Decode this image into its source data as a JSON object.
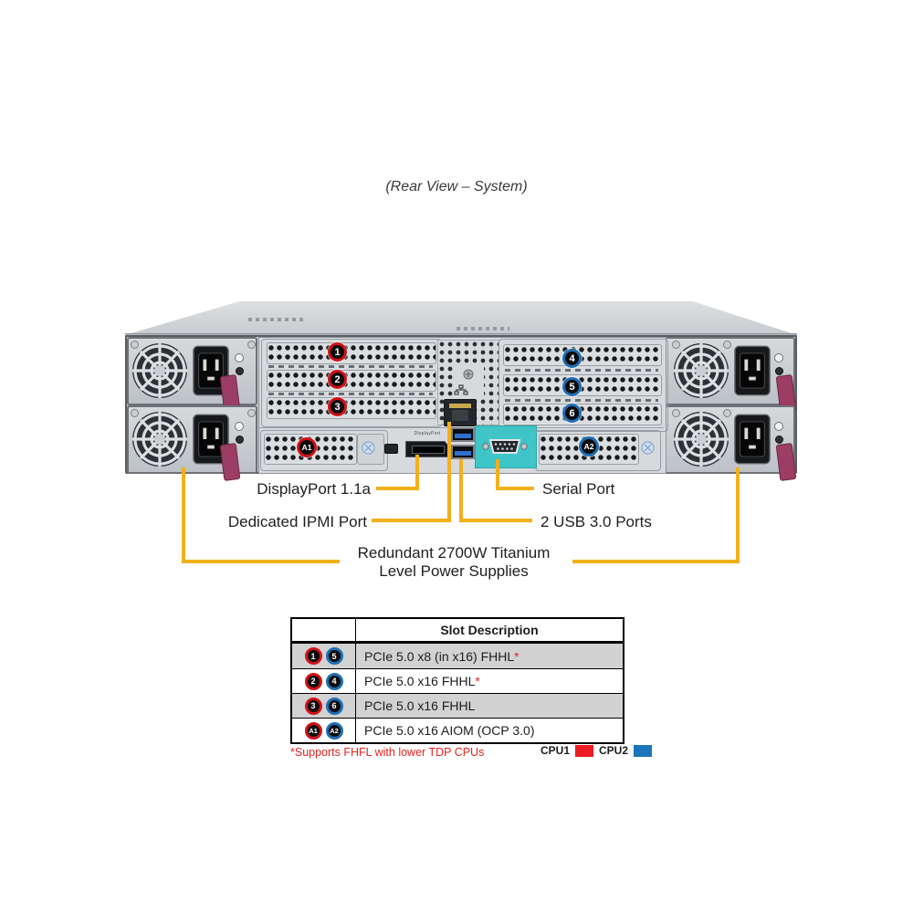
{
  "title": "(Rear View – System)",
  "chassis": {
    "displayport_print": "DisplayPort",
    "slot_badges": [
      {
        "label": "1",
        "cpu": "CPU1"
      },
      {
        "label": "2",
        "cpu": "CPU1"
      },
      {
        "label": "3",
        "cpu": "CPU1"
      },
      {
        "label": "4",
        "cpu": "CPU2"
      },
      {
        "label": "5",
        "cpu": "CPU2"
      },
      {
        "label": "6",
        "cpu": "CPU2"
      },
      {
        "label": "A1",
        "cpu": "CPU1"
      },
      {
        "label": "A2",
        "cpu": "CPU2"
      }
    ]
  },
  "callouts": {
    "displayport": "DisplayPort 1.1a",
    "ipmi": "Dedicated IPMI Port",
    "serial": "Serial Port",
    "usb": "2 USB 3.0 Ports",
    "psu_line1": "Redundant 2700W Titanium",
    "psu_line2": "Level Power Supplies"
  },
  "table": {
    "header": "Slot Description",
    "rows": [
      {
        "badges": [
          "1",
          "5"
        ],
        "desc": "PCIe 5.0 x8 (in x16) FHHL",
        "marker": "*"
      },
      {
        "badges": [
          "2",
          "4"
        ],
        "desc": "PCIe 5.0 x16 FHHL",
        "marker": "*"
      },
      {
        "badges": [
          "3",
          "6"
        ],
        "desc": "PCIe 5.0 x16 FHHL",
        "marker": ""
      },
      {
        "badges": [
          "A1",
          "A2"
        ],
        "desc": "PCIe 5.0 x16 AIOM (OCP 3.0)",
        "marker": ""
      }
    ]
  },
  "footnote": "*Supports FHFL with lower TDP CPUs",
  "legend": {
    "items": [
      {
        "label": "CPU1",
        "color": "#EC1C24"
      },
      {
        "label": "CPU2",
        "color": "#1B75BB"
      }
    ]
  },
  "colors": {
    "callout_line": "#F2B01C",
    "badge_red": "#D21116",
    "badge_blue": "#1D6EB5",
    "serial_teal": "#3FC5C8",
    "psu_handle": "#9C3D63",
    "footnote_red": "#E8231F"
  }
}
